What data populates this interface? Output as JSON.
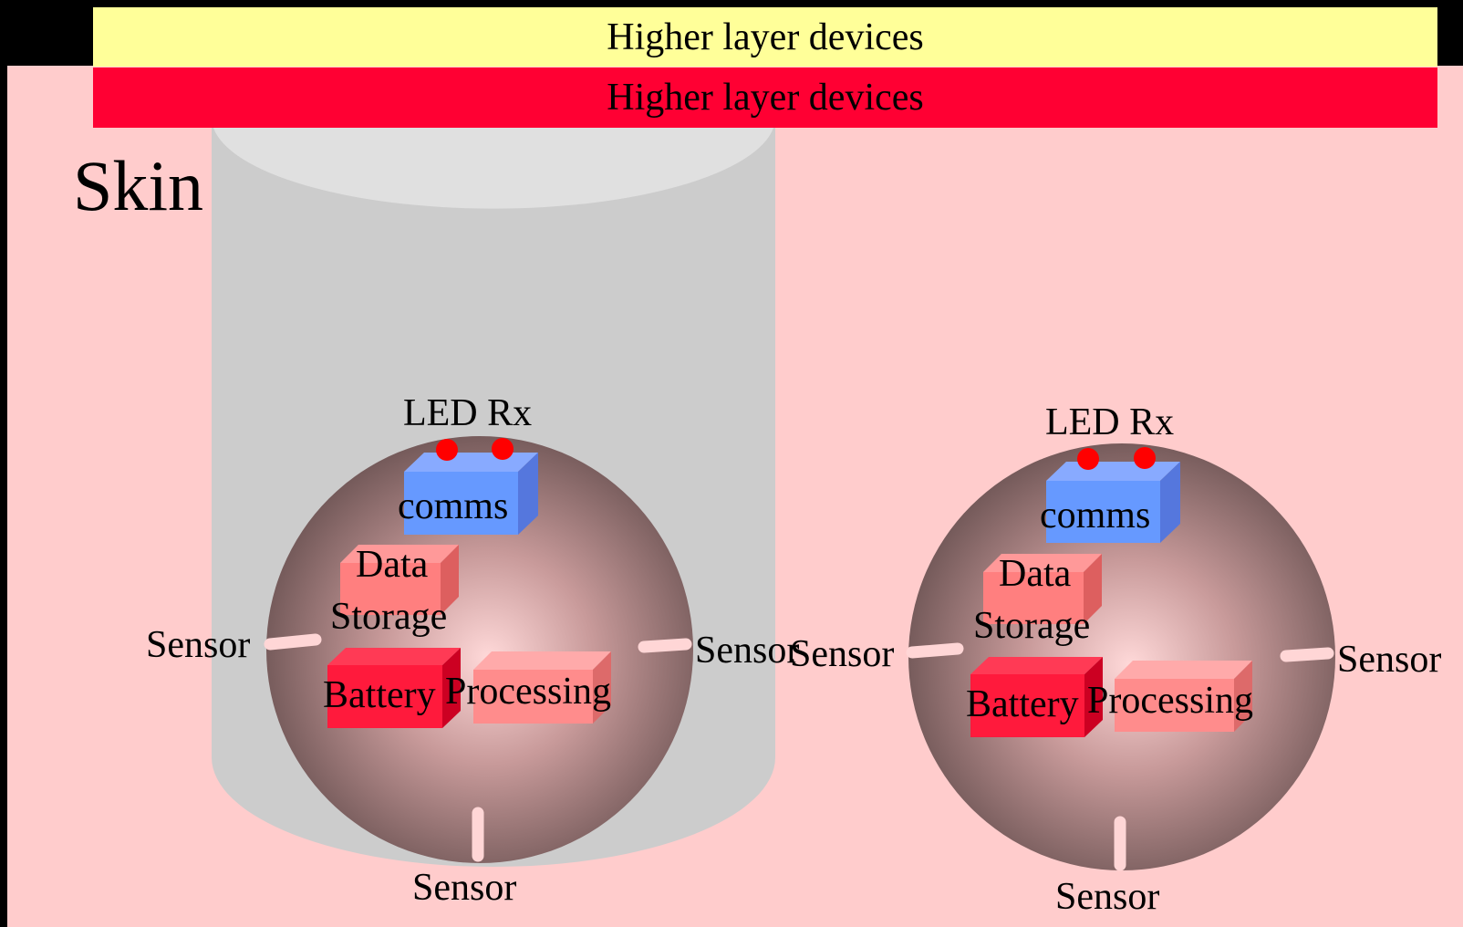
{
  "bands": {
    "upper_label": "Higher layer devices",
    "lower_label": "Higher layer devices"
  },
  "skin_label": "Skin",
  "devices": [
    {
      "led_label": "LED Rx",
      "comms_label": "comms",
      "storage_line1": "Data",
      "storage_line2": "Storage",
      "battery_label": "Battery",
      "processing_label": "Processing",
      "sensor_left": "Sensor",
      "sensor_right": "Sensor",
      "sensor_bottom": "Sensor"
    },
    {
      "led_label": "LED Rx",
      "comms_label": "comms",
      "storage_line1": "Data",
      "storage_line2": "Storage",
      "battery_label": "Battery",
      "processing_label": "Processing",
      "sensor_left": "Sensor",
      "sensor_right": "Sensor",
      "sensor_bottom": "Sensor"
    }
  ],
  "colors": {
    "background": "#000000",
    "skin": "#ffcccc",
    "band_upper": "#ffff99",
    "band_lower": "#ff0033",
    "cylinder": "#cccccc",
    "cylinder_top": "#e0e0e0",
    "comms": "#6699ff",
    "storage": "#ff7f7f",
    "battery": "#ff1a3c",
    "processing": "#ff8c8c",
    "led": "#ff0000",
    "sensor_stub": "#ffd6d6"
  }
}
